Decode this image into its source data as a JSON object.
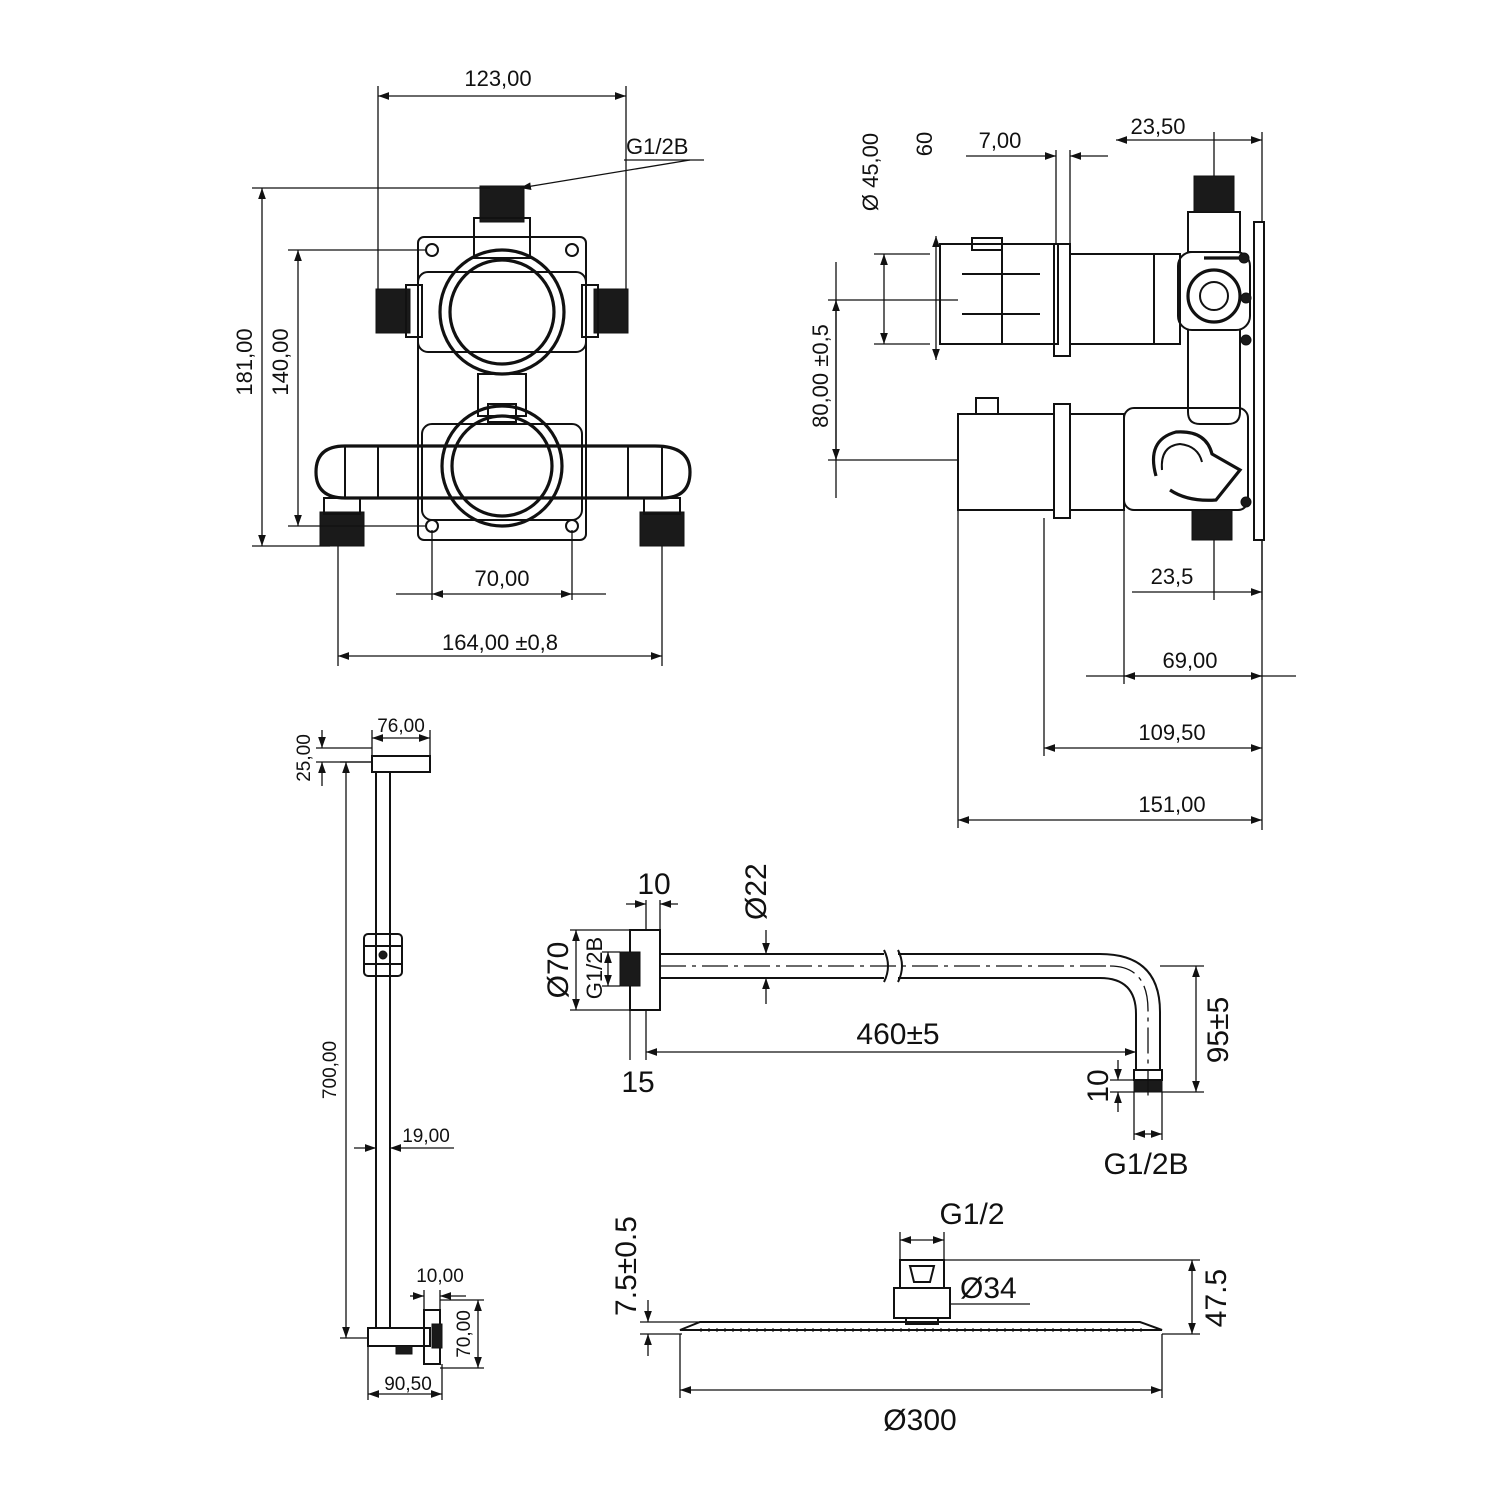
{
  "mixer_front": {
    "width_top": "123,00",
    "inlet_thread": "G1/2B",
    "height_total": "181,00",
    "height_inner": "140,00",
    "hole_spacing": "70,00",
    "outlet_span": "164,00 ±0,8"
  },
  "mixer_side": {
    "knob_diameter": "Ø 45,00",
    "knob_height": "60",
    "flange": "7,00",
    "depth_top": "23,50",
    "knob_spacing": "80,00 ±0,5",
    "depth_bottom": "23,5",
    "depth_69": "69,00",
    "depth_109": "109,50",
    "depth_151": "151,00"
  },
  "riser_rail": {
    "top_width": "76,00",
    "top_height": "25,00",
    "length": "700,00",
    "pipe_diameter": "19,00",
    "outlet_gap": "10,00",
    "outlet_height": "70,00",
    "base_width": "90,50"
  },
  "shower_arm": {
    "flange_thickness": "10",
    "arm_diameter": "Ø22",
    "flange_diameter": "Ø70",
    "wall_thread": "G1/2B",
    "arm_length": "460±5",
    "drop": "95±5",
    "wall_offset": "15",
    "outlet_length": "10",
    "outlet_thread": "G1/2B"
  },
  "shower_head": {
    "thread": "G1/2",
    "thickness": "7.5±0.5",
    "connector_diameter": "Ø34",
    "total_height": "47.5",
    "diameter": "Ø300"
  }
}
